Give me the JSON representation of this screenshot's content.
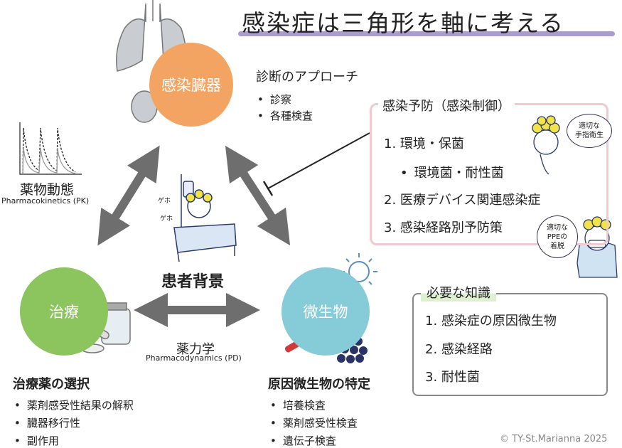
{
  "title": "感染症は三角形を軸に考える",
  "nodes": {
    "organ": {
      "label": "感染臓器",
      "color": "#F4A462"
    },
    "treatment": {
      "label": "治療",
      "color": "#8CC45E"
    },
    "microbe": {
      "label": "微生物",
      "color": "#86CBD8"
    },
    "patient": {
      "label": "患者背景"
    }
  },
  "diagnosis": {
    "heading": "診断のアプローチ",
    "bullets": [
      "診察",
      "各種検査"
    ]
  },
  "pk": {
    "label": "薬物動態",
    "sub": "Pharmacokinetics (PK)"
  },
  "pd": {
    "label": "薬力学",
    "sub": "Pharmacodynamics (PD)"
  },
  "treatment_section": {
    "heading": "治療薬の選択",
    "bullets": [
      "薬剤感受性結果の解釈",
      "臓器移行性",
      "副作用"
    ]
  },
  "microbe_section": {
    "heading": "原因微生物の特定",
    "bullets": [
      "培養検査",
      "薬剤感受性検査",
      "遺伝子検査"
    ]
  },
  "prevention": {
    "heading": "感染予防（感染制御）",
    "items": [
      "1. 環境・保菌",
      "環境菌・耐性菌",
      "2. 医療デバイス関連感染症",
      "3. 感染経路別予防策"
    ],
    "bubble1": [
      "適切な",
      "手指衛生"
    ],
    "bubble2": [
      "適切な",
      "PPEの",
      "着脱"
    ]
  },
  "knowledge": {
    "heading": "必要な知識",
    "items": [
      "1. 感染症の原因微生物",
      "2. 感染経路",
      "3. 耐性菌"
    ]
  },
  "patient_sounds": [
    "ゲホ",
    "ゲホ"
  ],
  "copyright": "© TY-St.Marianna 2025",
  "colors": {
    "arrow": "#6e6e6e",
    "pink": "#f1c9cf",
    "underline": "#9b8bc4",
    "highlight": "#dff0d0"
  }
}
